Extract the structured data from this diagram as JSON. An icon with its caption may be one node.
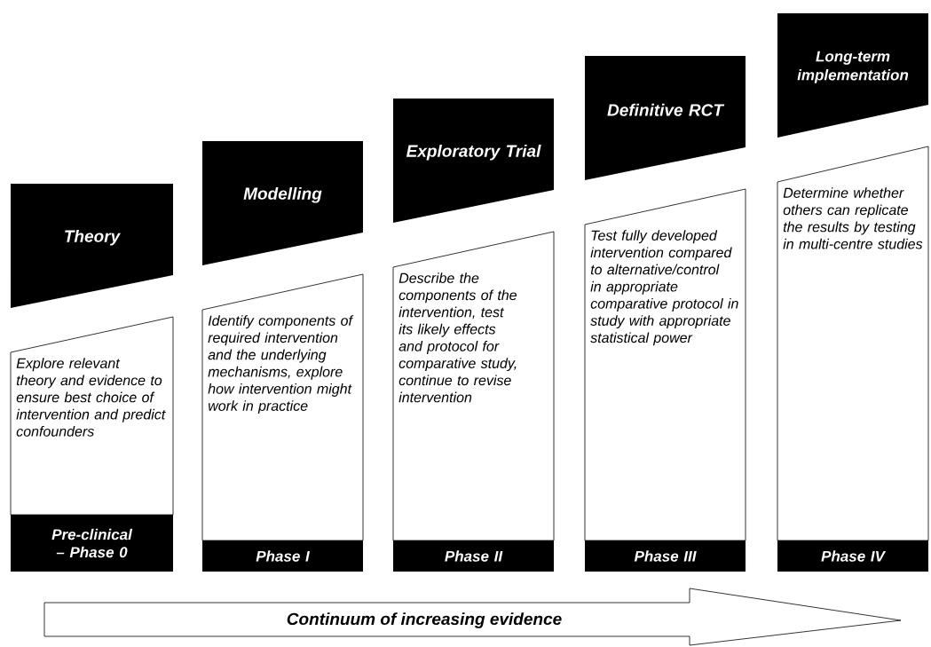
{
  "diagram": {
    "nodes": [
      {
        "text": [
          "Theory"
        ]
      },
      {
        "text": [
          "Explore relevant theory and evidence to ensure best choice of intervention and predict confounders"
        ]
      },
      {
        "text": [
          "Pre-clinical – Phase 0"
        ]
      },
      {
        "text": [
          "Modelling"
        ]
      },
      {
        "text": [
          "Identify components of required intervention and the underlying mechanisms, explore how intervention might work in practice"
        ]
      },
      {
        "text": [
          "Phase I"
        ]
      },
      {
        "text": [
          "Exploratory Trial"
        ]
      },
      {
        "text": [
          "Describe the components of the intervention, test its likely effects and protocol for comparative study, continue to revise intervention"
        ]
      },
      {
        "text": [
          "Phase II"
        ]
      },
      {
        "text": [
          "Definitive RCT"
        ]
      },
      {
        "text": [
          "Test fully developed intervention compared to alternative/control in appropriate comparative protocol in study with appropriate statistical power"
        ]
      },
      {
        "text": [
          "Phase III"
        ]
      },
      {
        "text": [
          "Long-term implementation"
        ]
      },
      {
        "text": [
          "Determine whether others can replicate the results by testing in multi-centre studies"
        ]
      },
      {
        "text": [
          "Phase IV"
        ]
      },
      {
        "text": [
          "Continuum of increasing evidence"
        ]
      }
    ]
  }
}
